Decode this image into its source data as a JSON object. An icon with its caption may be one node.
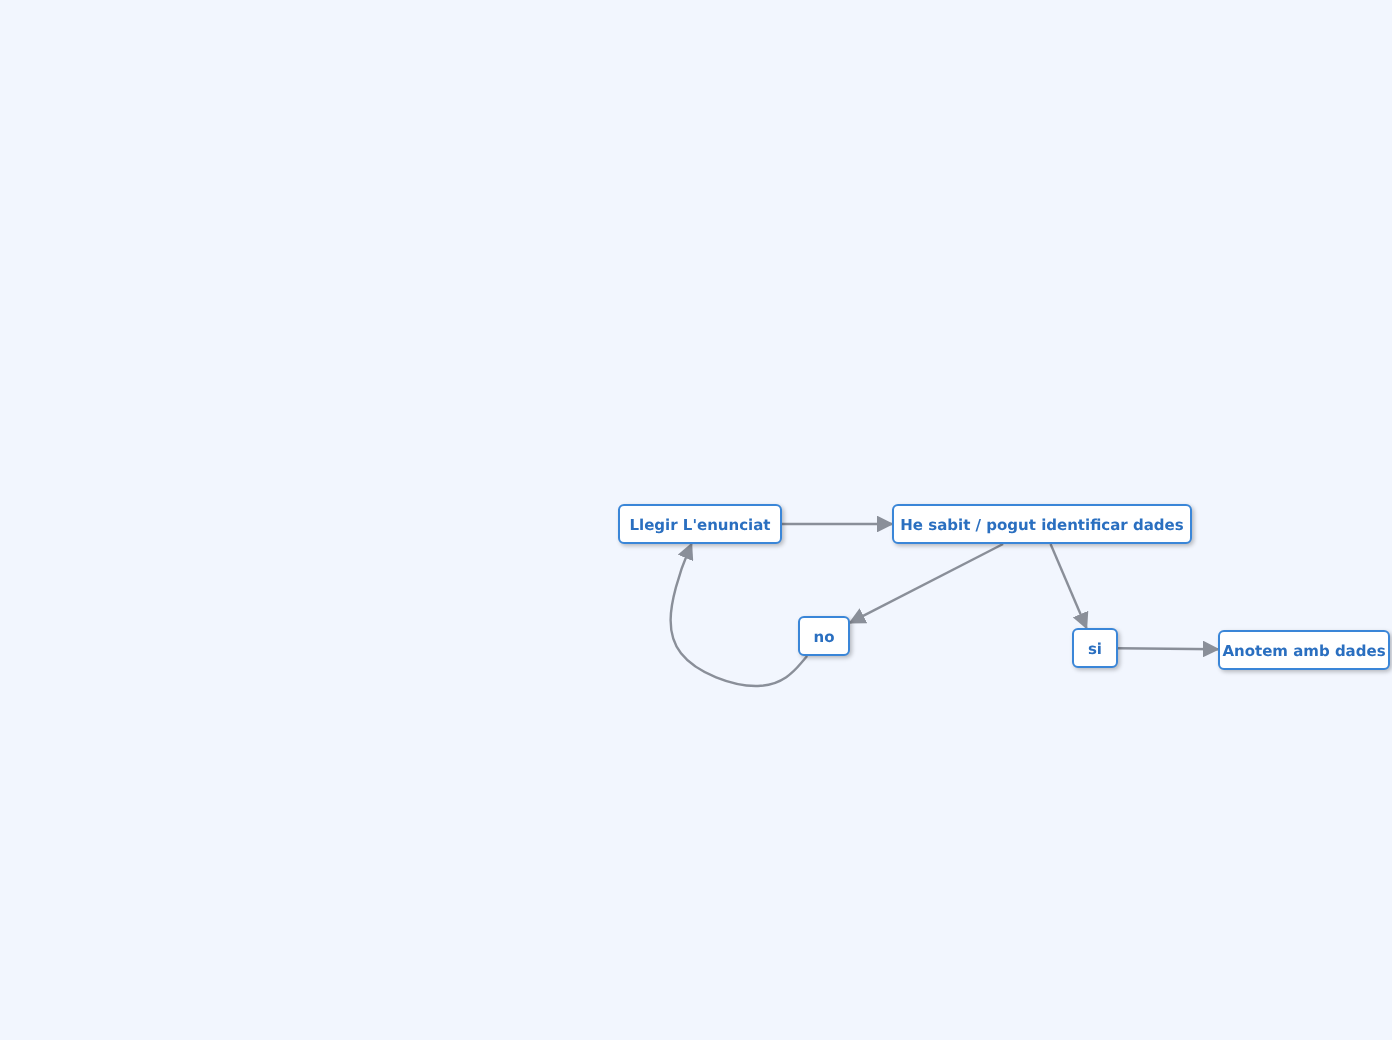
{
  "diagram": {
    "nodes": [
      {
        "text": [
          "Llegir L'enunciat"
        ]
      },
      {
        "text": [
          "He sabit / pogut identificar dades"
        ]
      },
      {
        "text": [
          "no"
        ]
      },
      {
        "text": [
          "si"
        ]
      },
      {
        "text": [
          "Anotem amb dades"
        ]
      }
    ],
    "edges": [
      {
        "from": 0,
        "to": 1,
        "arrow": "to"
      },
      {
        "from": 1,
        "to": 2,
        "arrow": "to"
      },
      {
        "from": 1,
        "to": 3,
        "arrow": "to"
      },
      {
        "from": 3,
        "to": 4,
        "arrow": "to"
      },
      {
        "from": 2,
        "to": 0,
        "arrow": "to"
      }
    ]
  }
}
